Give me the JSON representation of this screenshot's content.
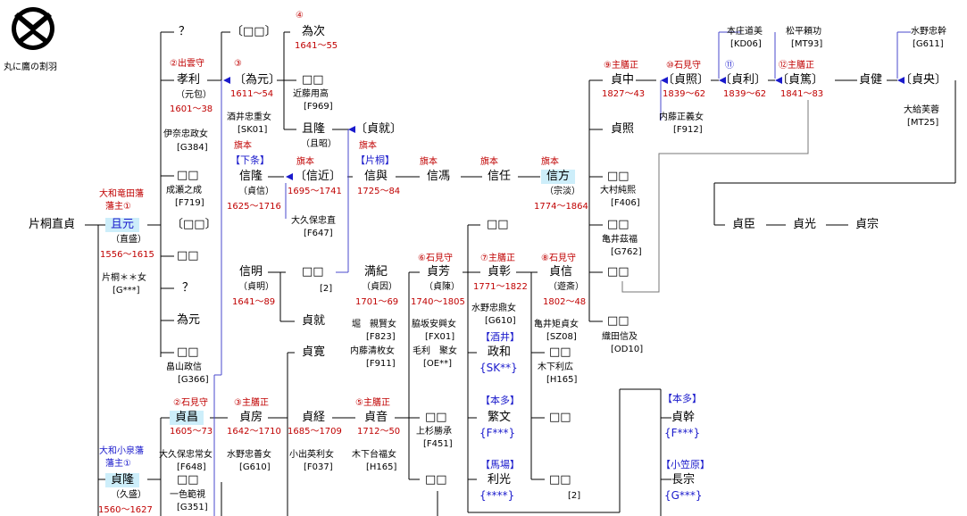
{
  "crest": {
    "caption": "丸に鷹の割羽"
  },
  "people": {
    "katagiri": "片桐直貞",
    "sadamoto": "且元",
    "sadamoto_a": "（直盛）",
    "sadamoto_d": "1556～1615",
    "sadamoto_w": "片桐＊＊女",
    "sadamoto_wc": "[G***]",
    "sadamoto_t": "大和竜田藩",
    "sadamoto_t2": "藩主①",
    "b1": "□□",
    "b2": "？",
    "b3": "為元",
    "b3box": "□□",
    "b3boxw": "畠山政信",
    "b3boxwc": "[G366]",
    "q": "？",
    "takatoshi": "孝利",
    "takatoshi_a": "（元包）",
    "takatoshi_d": "1601～38",
    "takatoshi_w": "伊奈忠政女",
    "takatoshi_wc": "[G384]",
    "takatoshi_t": "②出雲守",
    "narinari": "成瀬之成",
    "narinaric": "[F719]",
    "sq_a": "□□",
    "sq_c": "〔□□〕",
    "sq_top": "〔□□〕",
    "tamemoto2": "〔為元〕",
    "tamemoto2_t": "③",
    "tamemoto2_d": "1611～54",
    "tamemoto2_w": "酒井忠重女",
    "tamemoto2_wc": "[SK01]",
    "tametsugu": "為次",
    "tametsugu_t": "④",
    "tametsugu_d": "1641～55",
    "sq_kondo": "□□",
    "kondo": "近藤用高",
    "kondoc": "[F969]",
    "sadataka": "且隆",
    "sadataka_a": "（且昭）",
    "sadanari_k": "〔貞就〕",
    "hatamoto": "旗本",
    "geshou": "【下条】",
    "katagiri_b": "【片桐】",
    "nobutaka": "信隆",
    "nobutaka_a": "（貞信）",
    "nobutaka_d": "1625～1716",
    "nobuchika": "〔信近〕",
    "nobuchika_d": "1695～1741",
    "okubo": "大久保忠直",
    "okuboc": "[F647]",
    "nobuyo": "信與",
    "nobuyo_d": "1725～84",
    "nobuhyo": "信馮",
    "nobutou": "信任",
    "nobukata": "信方",
    "nobukata_a": "（宗淡）",
    "nobukata_d": "1774～1864",
    "nobuaki": "信明",
    "nobuaki_a": "（貞明）",
    "nobuaki_d": "1641～89",
    "sq_nb": "□□",
    "nb2": "[2]",
    "sadanari": "貞就",
    "mitsunori": "満紀",
    "mitsunori_a": "（貞因）",
    "mitsunori_d": "1701～69",
    "hori": "堀　親賢女",
    "horic": "[F823]",
    "naito": "内藤清枚女",
    "naitoc": "[F911]",
    "sadahiro": "貞寛",
    "sadayoshi": "貞芳",
    "sadayoshi_t": "⑥石見守",
    "sadayoshi_a": "（貞陳）",
    "sadayoshi_d": "1740～1805",
    "wakisaka": "脇坂安興女",
    "wakisakac": "[FX01]",
    "mouri": "毛利　聚女",
    "mouric": "[OE**]",
    "sq_u": "□□",
    "sadaaki": "貞彰",
    "sadaaki_t": "⑦主膳正",
    "sadaaki_d": "1771～1822",
    "mizuno": "水野忠鼎女",
    "mizunoc": "[G610]",
    "sakai": "【酒井】",
    "masakazu": "政和",
    "masakazuc": "{SK**}",
    "sadanobu": "貞信",
    "sadanobu_t": "⑧石見守",
    "sadanobu_a": "（遊斎）",
    "sadanobu_d": "1802～48",
    "kamei": "亀井矩貞女",
    "kameic": "[SZ08]",
    "sq_kin": "□□",
    "kinoshita": "木下利広",
    "kinoshitac": "[H165]",
    "sadanaka": "貞中",
    "sadanaka_t": "⑨主膳正",
    "sadanaka_d": "1827～43",
    "sadateru": "貞照",
    "sadateru_k": "〔貞照〕",
    "sadateru_t": "⑩石見守",
    "sadateru_d": "1839～62",
    "naito2": "内藤正義女",
    "naito2c": "[F912]",
    "sadatoshi": "〔貞利〕",
    "sadatoshi_t": "⑪",
    "sadatoshi_d": "1839～62",
    "sadaatsu": "〔貞篤〕",
    "sadaatsu_t": "⑫主膳正",
    "sadaatsu_d": "1841～83",
    "sadatake": "貞健",
    "sadahisa": "〔貞央〕",
    "ohkyu": "大給芙蓉",
    "ohkyuc": "[MT25]",
    "honjo": "本庄道美",
    "honjoc": "[KD06]",
    "matsudaira": "松平頼功",
    "matsudairac": "[MT93]",
    "mizuno2": "水野忠幹",
    "mizuno2c": "[G611]",
    "sadaomi": "貞臣",
    "sadamitsu": "貞光",
    "sadamune": "貞宗",
    "sq_r1": "□□",
    "omura": "大村純熙",
    "omurac": "[F406]",
    "sq_r2": "□□",
    "kamei2": "亀井茲福",
    "kamei2c": "[G762]",
    "sq_r3": "□□",
    "sq_r4": "□□",
    "oda": "織田信及",
    "odac": "[OD10]",
    "sq_sa": "□□",
    "sadamasa": "貞昌",
    "sadamasa_t": "②石見守",
    "sadamasa_d": "1605～73",
    "okubo2": "大久保忠常女",
    "okubo2c": "[F648]",
    "sadafusa": "貞房",
    "sadafusa_t": "③主膳正",
    "sadafusa_d": "1642～1710",
    "mizuno3": "水野忠善女",
    "mizuno3c": "[G610]",
    "sadatsune": "貞経",
    "sadatsune_d": "1685～1709",
    "oide": "小出英利女",
    "oidec": "[F037]",
    "sadaoto": "貞音",
    "sadaoto_t": "⑤主膳正",
    "sadaoto_d": "1712～50",
    "kinoshita2": "木下台福女",
    "kinoshita2c": "[H165]",
    "sq_ue": "□□",
    "uesugi": "上杉勝承",
    "uesugic": "[F451]",
    "honda": "【本多】",
    "shigefumi": "繁文",
    "shigefumic": "{F***}",
    "baba": "【馬場】",
    "toshimitsu": "利光",
    "toshimitsuc": "{****}",
    "sq_tm": "□□",
    "sq_tm2": "□□",
    "tm2": "[2]",
    "sq_low": "□□",
    "sadataka2": "貞隆",
    "sadataka2_t": "大和小泉藩",
    "sadataka2_t2": "藩主①",
    "sadataka2_a": "（久盛）",
    "sadataka2_d": "1560～1627",
    "sq_low2": "□□",
    "isshiki": "一色範視",
    "isshikic": "[G351]",
    "honda2": "【本多】",
    "sadamoto2": "貞幹",
    "sadamoto2c": "{F***}",
    "ogasawara": "【小笠原】",
    "nagamune": "長宗",
    "nagamunec": "{G***}"
  }
}
